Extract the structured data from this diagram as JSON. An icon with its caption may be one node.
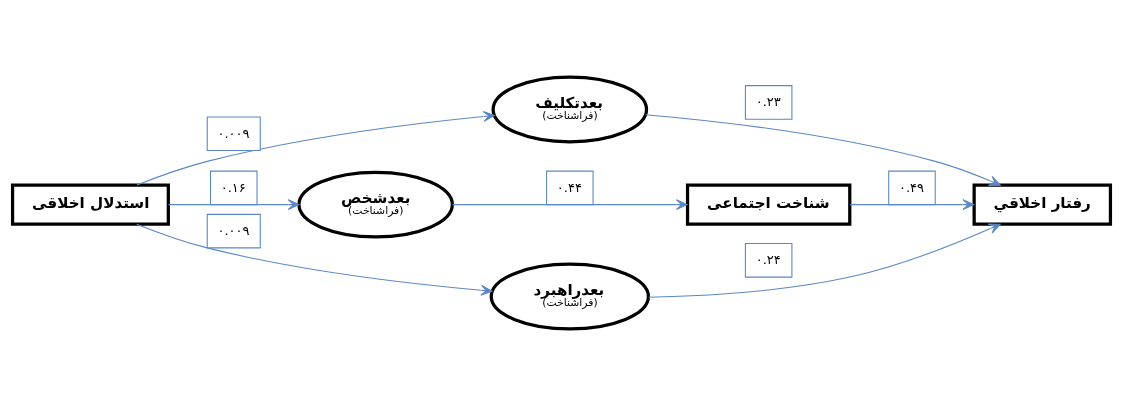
{
  "diagram": {
    "nodes": [
      {
        "text": [
          "استدلال اخلاقی"
        ]
      },
      {
        "text": [
          "بعدتکلیف",
          "(فراشناخت)"
        ]
      },
      {
        "text": [
          "بعدشخص",
          "(فراشناخت)"
        ]
      },
      {
        "text": [
          "بعدراهبرد",
          "(فراشناخت)"
        ]
      },
      {
        "text": [
          "شناخت اجتماعی"
        ]
      },
      {
        "text": [
          "رفتار اخلاقي"
        ]
      }
    ],
    "edges": [
      {
        "from": 0,
        "to": 1,
        "arrow": "to",
        "label": "۰.۰۰۹"
      },
      {
        "from": 0,
        "to": 2,
        "arrow": "to",
        "label": "۰.۱۶"
      },
      {
        "from": 0,
        "to": 3,
        "arrow": "to",
        "label": "۰.۰۰۹"
      },
      {
        "from": 1,
        "to": 5,
        "arrow": "to",
        "label": "۰.۲۳"
      },
      {
        "from": 2,
        "to": 4,
        "arrow": "to",
        "label": "۰.۴۴"
      },
      {
        "from": 4,
        "to": 5,
        "arrow": "to",
        "label": "۰.۴۹"
      },
      {
        "from": 3,
        "to": 5,
        "arrow": "to",
        "label": "۰.۲۴"
      }
    ]
  }
}
